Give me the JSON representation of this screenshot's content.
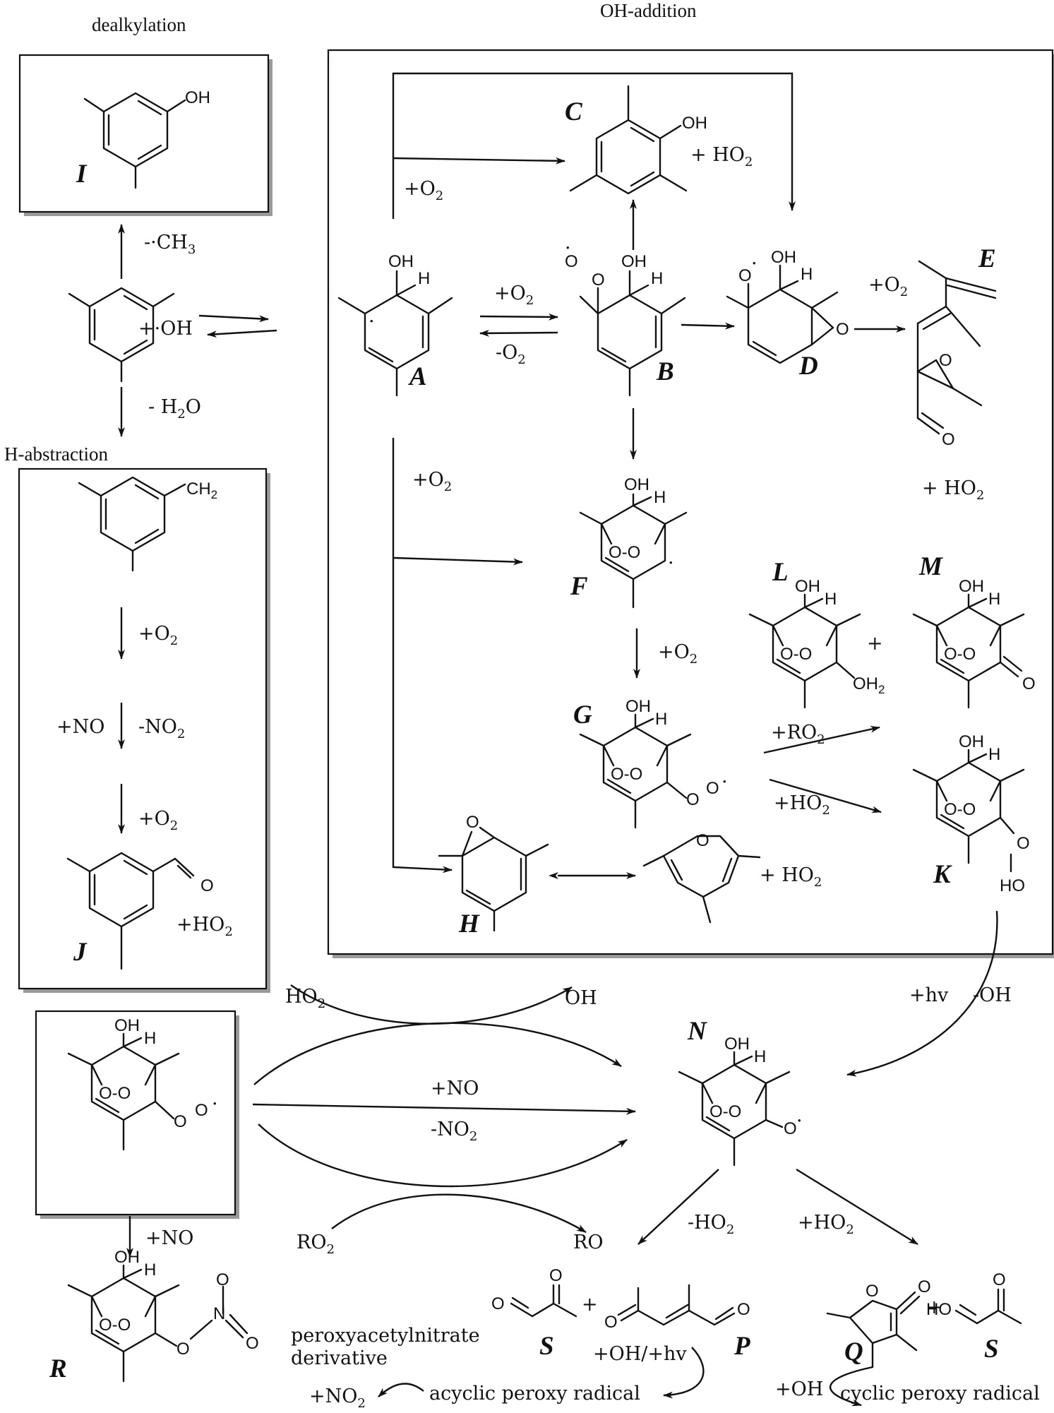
{
  "header": {
    "dealkylation": "dealkylation",
    "oh_addition": "OH-addition",
    "h_abstraction": "H-abstraction"
  },
  "compounds": {
    "A": "A",
    "B": "B",
    "C": "C",
    "D": "D",
    "E": "E",
    "F": "F",
    "G": "G",
    "H": "H",
    "I": "I",
    "J": "J",
    "K": "K",
    "L": "L",
    "M": "M",
    "N": "N",
    "P": "P",
    "Q": "Q",
    "R": "R",
    "S1": "S",
    "S2": "S"
  },
  "atoms": {
    "oh": "OH",
    "h": "H",
    "o": "O",
    "oo": "O-O",
    "ch2": "CH",
    "ch2_sub": "2",
    "oh2": "OH",
    "oh2_sub": "2",
    "ho": "HO",
    "n": "N",
    "dot": "·",
    "plus": "+"
  },
  "reagents": {
    "minus_ch3": "-·CH",
    "minus_ch3_sub": "3",
    "plus_oh": "+·OH",
    "minus_h2o_a": "- H",
    "minus_h2o_sub": "2",
    "minus_h2o_b": "O",
    "plus_o2": "+O",
    "plus_o2_sub": "2",
    "minus_o2": "-O",
    "minus_o2_sub": "2",
    "plus_ho2": "+ HO",
    "plus_ho2_sub": "2",
    "plus_ho2_tight": "+HO",
    "plus_ho2_tight_sub": "2",
    "plus_ro2": "+RO",
    "plus_ro2_sub": "2",
    "plus_no": "+NO",
    "minus_no2": "-NO",
    "minus_no2_sub": "2",
    "ho2": "HO",
    "ho2_sub": "2",
    "oh_product": "OH",
    "ro2": "RO",
    "ro2_sub": "2",
    "ro": "RO",
    "hv": "+hv",
    "minus_oh": "-OH",
    "minus_ho2": "-HO",
    "minus_ho2_sub": "2",
    "oh_hv": "+OH/+hv",
    "plus_oh_b": "+OH",
    "plus_no2": "+NO",
    "plus_no2_sub": "2"
  },
  "annotations": {
    "paa_1": "peroxyacetylnitrate",
    "paa_2": "derivative",
    "acyclic": "acyclic peroxy radical",
    "cyclic": "cyclic peroxy radical"
  }
}
